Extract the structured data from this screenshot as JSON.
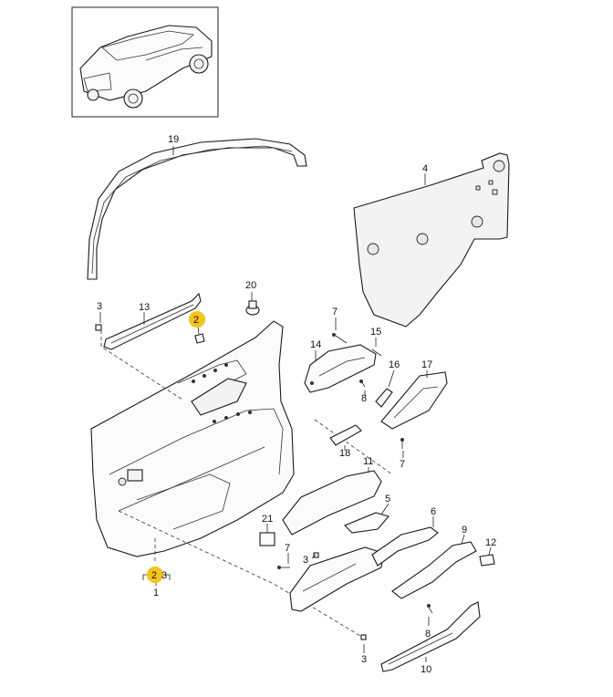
{
  "diagram": {
    "callouts": [
      {
        "id": "c19",
        "text": "19"
      },
      {
        "id": "c4",
        "text": "4"
      },
      {
        "id": "c20",
        "text": "20"
      },
      {
        "id": "c3a",
        "text": "3"
      },
      {
        "id": "c13",
        "text": "13"
      },
      {
        "id": "c2a",
        "text": "2",
        "highlighted": true
      },
      {
        "id": "c7a",
        "text": "7"
      },
      {
        "id": "c15",
        "text": "15"
      },
      {
        "id": "c14",
        "text": "14"
      },
      {
        "id": "c16",
        "text": "16"
      },
      {
        "id": "c17",
        "text": "17"
      },
      {
        "id": "c8a",
        "text": "8"
      },
      {
        "id": "c18",
        "text": "18"
      },
      {
        "id": "c7b",
        "text": "7"
      },
      {
        "id": "c11",
        "text": "11"
      },
      {
        "id": "c5",
        "text": "5"
      },
      {
        "id": "c6",
        "text": "6"
      },
      {
        "id": "c21",
        "text": "21"
      },
      {
        "id": "c7c",
        "text": "7"
      },
      {
        "id": "c9",
        "text": "9"
      },
      {
        "id": "c12",
        "text": "12"
      },
      {
        "id": "c3b",
        "text": "3"
      },
      {
        "id": "c8b",
        "text": "8"
      },
      {
        "id": "c2b",
        "text": "2",
        "highlighted": true
      },
      {
        "id": "c3c",
        "text": "3"
      },
      {
        "id": "c1",
        "text": "1"
      },
      {
        "id": "c3d",
        "text": "3"
      },
      {
        "id": "c10",
        "text": "10"
      }
    ],
    "highlight_color": "#f5c518"
  }
}
